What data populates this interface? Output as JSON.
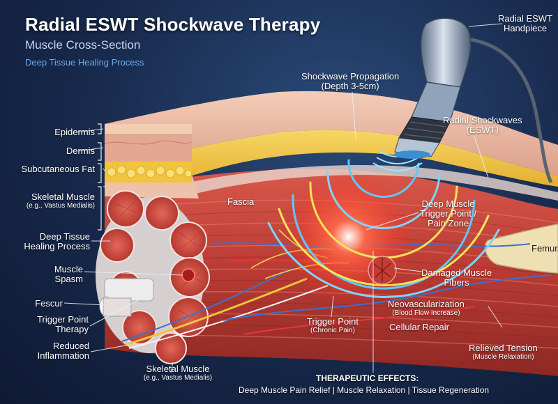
{
  "header": {
    "title": "Radial ESWT Shockwave Therapy",
    "subtitle": "Muscle Cross-Section",
    "subtitle2": "Deep Tissue Healing Process"
  },
  "labels": {
    "handpiece": "Radial ESWT\nHandpiece",
    "propagation": "Shockwave Propagation\n(Depth 3-5cm)",
    "radial_waves": "Radial Shockwaves\n(ESWT)",
    "epidermis": "Epidermis",
    "dermis": "Dermis",
    "subcutaneous_fat": "Subcutaneous Fat",
    "skeletal_muscle_left": "Skeletal Muscle",
    "skeletal_muscle_left_sub": "(e.g., Vastus Medialis)",
    "deep_tissue": "Deep Tissue\nHealing Process",
    "muscle_spasm": "Muscle\nSpasm",
    "fescur": "Fescur",
    "trigger_point_therapy": "Trigger Point\nTherapy",
    "reduced_inflammation": "Reduced\nInflammation",
    "skeletal_muscle_bottom": "Skeletal Muscle",
    "skeletal_muscle_bottom_sub": "(e.g., Vastus Medialis)",
    "fascia": "Fascia",
    "deep_trigger": "Deep Muscle\nTrigger Point /\nPain Zone",
    "femur": "Femur",
    "damaged_fibers": "Damaged Muscle\nFibers",
    "neovascularization": "Neovascularization",
    "neovascularization_sub": "(Blood Flow Increase)",
    "cellular_repair": "Cellular Repair",
    "trigger_point": "Trigger Point",
    "trigger_point_sub": "(Chronic Pain)",
    "relieved_tension": "Relieved Tension",
    "relieved_tension_sub": "(Muscle Relaxation)"
  },
  "effects": {
    "heading": "THERAPEUTIC EFFECTS:",
    "text": "Deep Muscle Pain Relief | Muscle Relaxation | Tissue Regeneration"
  },
  "colors": {
    "muscle": "#c9443a",
    "skin": "#e8b8a0",
    "fat": "#f1c33c",
    "wave_blue": "#5fc8ff",
    "wave_yellow": "#f6e35a",
    "bone": "#efe0b4"
  }
}
